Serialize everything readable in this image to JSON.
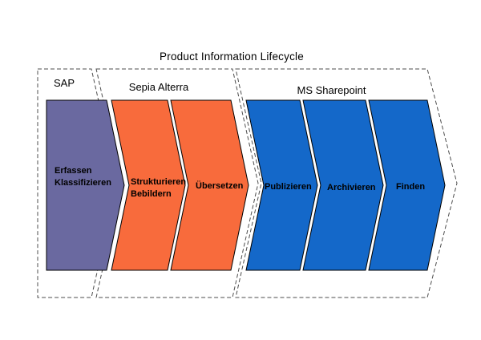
{
  "diagram": {
    "title": "Product Information Lifecycle",
    "colors": {
      "sap_stage": "#6A69A0",
      "sepia_stage": "#F86B3C",
      "sharepoint_stage": "#1468C9",
      "container_border": "#4d4d4d",
      "stage_border": "#000000",
      "text": "#000000",
      "background": "#FFFFFF"
    },
    "containers": [
      {
        "label": "SAP"
      },
      {
        "label": "Sepia Alterra"
      },
      {
        "label": "MS Sharepoint"
      }
    ],
    "stages": [
      {
        "system": "SAP",
        "line1": "Erfassen",
        "line2": "Klassifizieren"
      },
      {
        "system": "Sepia Alterra",
        "line1": "Strukturieren",
        "line2": "Bebildern"
      },
      {
        "system": "Sepia Alterra",
        "label": "Übersetzen"
      },
      {
        "system": "MS Sharepoint",
        "label": "Publizieren"
      },
      {
        "system": "MS Sharepoint",
        "label": "Archivieren"
      },
      {
        "system": "MS Sharepoint",
        "label": "Finden"
      }
    ]
  }
}
